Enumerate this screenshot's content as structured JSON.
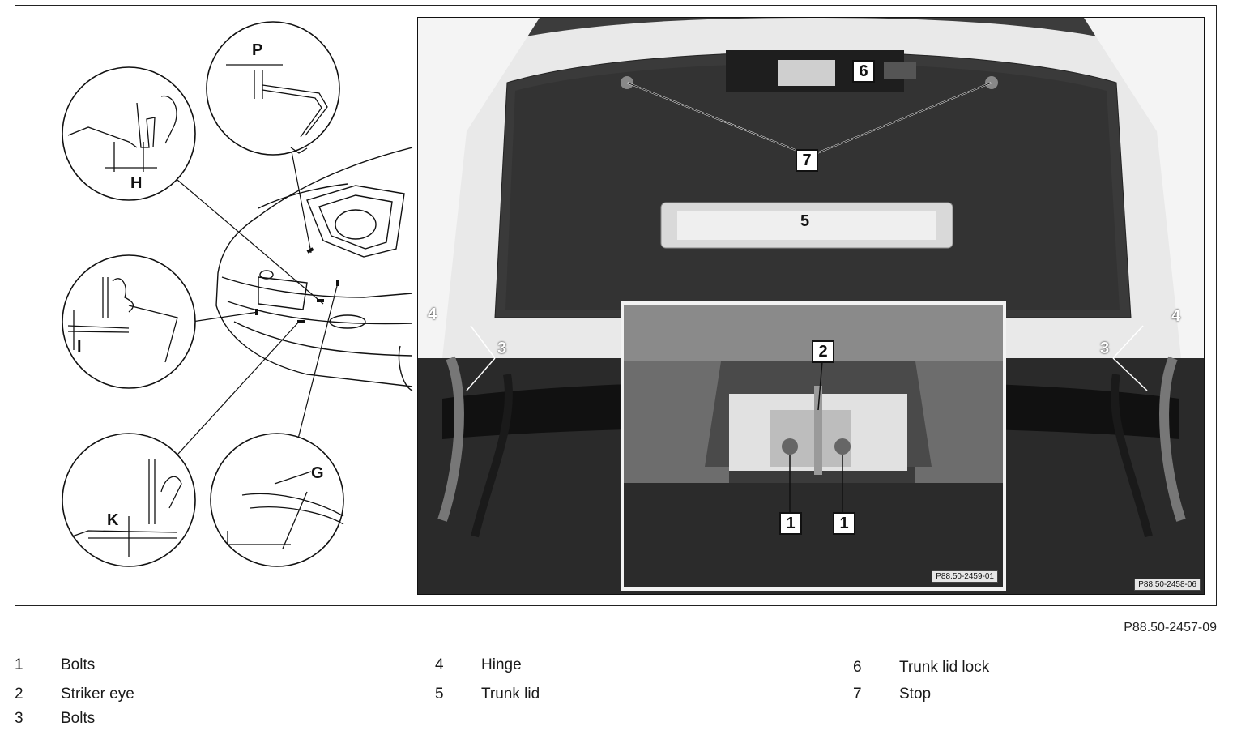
{
  "figure": {
    "code": "P88.50-2457-09",
    "photo_code": "P88.50-2458-06",
    "inset_code": "P88.50-2459-01"
  },
  "callouts": {
    "c1a": "1",
    "c1b": "1",
    "c2": "2",
    "c3l": "3",
    "c3r": "3",
    "c4l": "4",
    "c4r": "4",
    "c5": "5",
    "c6": "6",
    "c7": "7"
  },
  "dimensions": {
    "p": "P",
    "h": "H",
    "i": "I",
    "k": "K",
    "g": "G"
  },
  "legend": [
    {
      "num": "1",
      "label": "Bolts"
    },
    {
      "num": "2",
      "label": "Striker eye"
    },
    {
      "num": "3",
      "label": "Bolts"
    },
    {
      "num": "4",
      "label": "Hinge"
    },
    {
      "num": "5",
      "label": "Trunk lid"
    },
    {
      "num": "6",
      "label": "Trunk lid lock"
    },
    {
      "num": "7",
      "label": "Stop"
    }
  ]
}
